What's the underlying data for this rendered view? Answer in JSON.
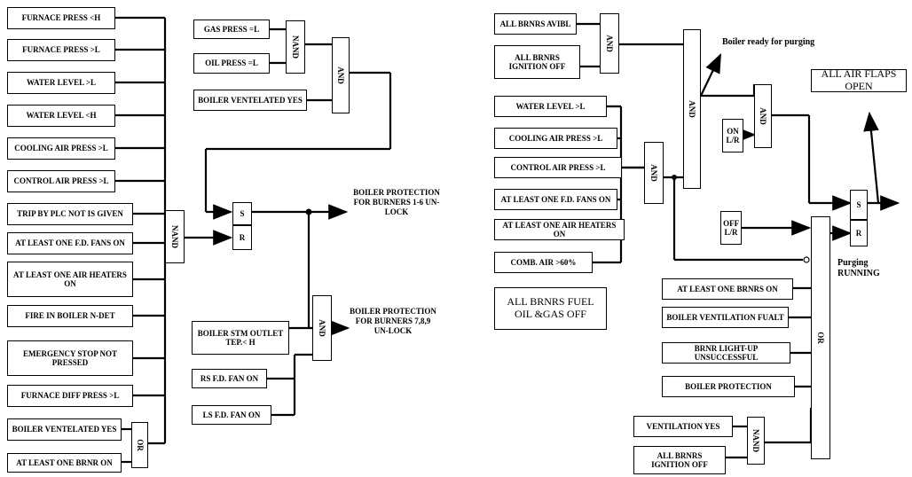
{
  "left_inputs": [
    "FURNACE PRESS <H",
    "FURNACE PRESS >L",
    "WATER LEVEL  >L",
    "WATER LEVEL <H",
    "COOLING AIR PRESS >L",
    "CONTROL AIR PRESS >L",
    "TRIP BY PLC NOT IS GIVEN",
    "AT LEAST ONE F.D. FANS ON",
    "AT LEAST ONE AIR HEATERS ON",
    "FIRE IN BOILER N-DET",
    "EMERGENCY STOP NOT PRESSED",
    "FURNACE DIFF PRESS >L",
    "BOILER VENTELATED YES",
    "AT LEAST ONE BRNR ON"
  ],
  "gates": {
    "nand_main": "NAND",
    "or_small": "OR",
    "nand_gas": "NAND",
    "and_gas": "AND",
    "and_burners": "AND",
    "and_ready": "AND",
    "and_left_r": "AND",
    "and_purge": "AND",
    "and_flaps": "AND",
    "or_right": "OR",
    "nand_vent": "NAND"
  },
  "gas_inputs": [
    "GAS PRESS =L",
    "OIL PRESS =L",
    "BOILER VENTELATED YES"
  ],
  "sr_left": {
    "s": "S",
    "r": "R"
  },
  "sr_right": {
    "s": "S",
    "r": "R"
  },
  "outputs": {
    "protection_1_6": "BOILER PROTECTION FOR BURNERS 1-6 UN-LOCK",
    "protection_7_8_9": "BOILER PROTECTION FOR BURNERS 7,8,9 UN-LOCK",
    "ready_for_purging": "Boiler ready for purging",
    "all_air_flaps_open": "ALL AIR FLAPS OPEN",
    "purging_running": "Purging RUNNING"
  },
  "burner_inputs": [
    "BOILER STM OUTLET TEP.< H",
    "RS F.D. FAN ON",
    "LS F.D. FAN ON"
  ],
  "right_top_inputs": [
    "ALL BRNRS AVIBL",
    "ALL BRNRS IGNITION OFF"
  ],
  "right_mid_inputs": [
    "WATER LEVEL >L",
    "COOLING AIR PRESS >L",
    "CONTROL AIR PRESS >L",
    "AT LEAST ONE F.D. FANS ON",
    "AT LEAST ONE AIR HEATERS ON",
    "COMB. AIR >60%"
  ],
  "all_fuel_off": "ALL BRNRS FUEL OIL &GAS OFF",
  "on_lr": "ON L/R",
  "off_lr": "OFF L/R",
  "or_inputs": [
    "AT LEAST ONE BRNRS ON",
    "BOILER VENTILATION FUALT",
    "BRNR LIGHT-UP UNSUCCESSFUL",
    "BOILER PROTECTION"
  ],
  "vent_inputs": [
    "VENTILATION YES",
    "ALL BRNRS IGNITION OFF"
  ],
  "colors": {
    "line": "#000000",
    "background": "#ffffff"
  }
}
